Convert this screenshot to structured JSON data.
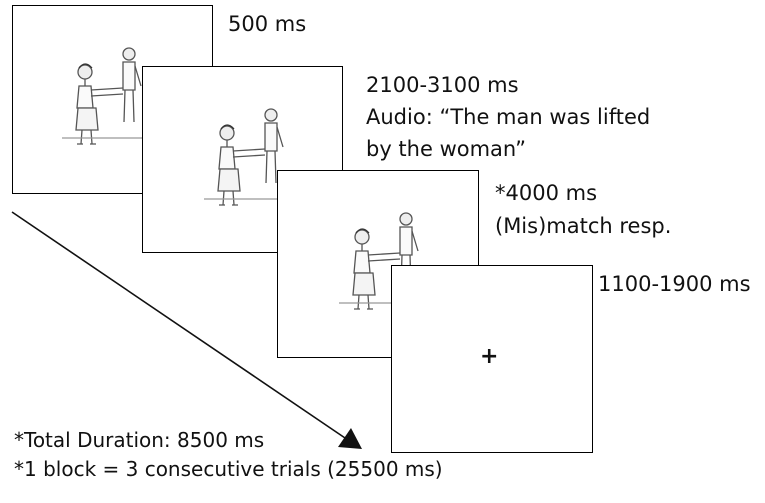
{
  "frames": [
    {
      "duration": "500 ms"
    },
    {
      "duration": "2100-3100 ms",
      "detail_lines": [
        "Audio: “The man was lifted",
        "by the woman”"
      ]
    },
    {
      "duration": "*4000 ms",
      "detail_lines": [
        "(Mis)match resp."
      ]
    },
    {
      "duration": "1100-1900 ms",
      "fixation": "+"
    }
  ],
  "notes": [
    "*Total Duration: 8500 ms",
    "*1 block = 3 consecutive trials (25500 ms)"
  ],
  "illustration": "woman-lifting-man-drawing"
}
